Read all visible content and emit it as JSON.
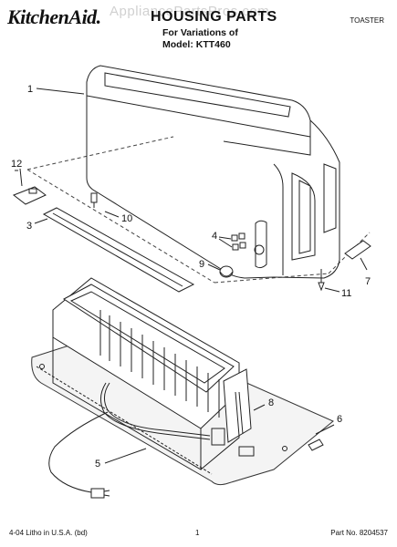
{
  "header": {
    "brand": "KitchenAid.",
    "title": "HOUSING PARTS",
    "subtitle_line1": "For Variations of",
    "subtitle_line2": "Model: KTT460",
    "category": "TOASTER",
    "watermark": "AppliancePartsPros.com"
  },
  "callouts": {
    "c1": "1",
    "c3": "3",
    "c4": "4",
    "c5": "5",
    "c6": "6",
    "c7": "7",
    "c8": "8",
    "c9": "9",
    "c10": "10",
    "c11": "11",
    "c12": "12"
  },
  "footer": {
    "print_info": "4-04 Litho in U.S.A. (bd)",
    "page_number": "1",
    "part_number": "Part No. 8204537"
  }
}
